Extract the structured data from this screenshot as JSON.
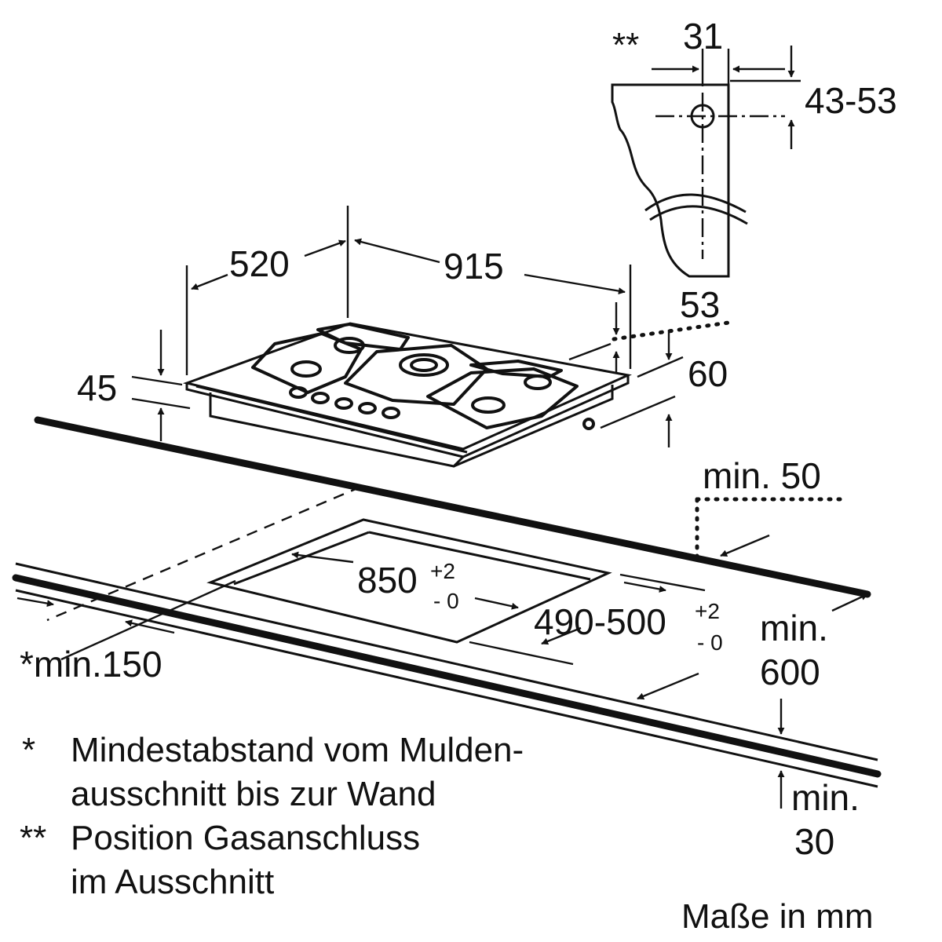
{
  "dimensions": {
    "hob_depth": "520",
    "hob_width": "915",
    "hob_height": "45",
    "connector_offset": "53",
    "connector_side": "60",
    "gas_offset_x": "31",
    "gas_offset_y": "43-53",
    "gas_marker": "**",
    "cutout_width": "850",
    "cutout_width_tol_plus": "+2",
    "cutout_width_tol_minus": "- 0",
    "cutout_depth": "490-500",
    "cutout_depth_tol_plus": "+2",
    "cutout_depth_tol_minus": "- 0",
    "wall_clearance": "*min.150",
    "rear_clearance": "min. 50",
    "worktop_depth_label": "min.",
    "worktop_depth_value": "600",
    "worktop_thickness_label": "min.",
    "worktop_thickness_value": "30"
  },
  "footnotes": {
    "note1_marker": "*",
    "note1_line1": "Mindestabstand vom Mulden-",
    "note1_line2": "ausschnitt bis zur Wand",
    "note2_marker": "**",
    "note2_line1": "Position Gasanschluss",
    "note2_line2": "im Ausschnitt"
  },
  "units": "Maße in mm"
}
